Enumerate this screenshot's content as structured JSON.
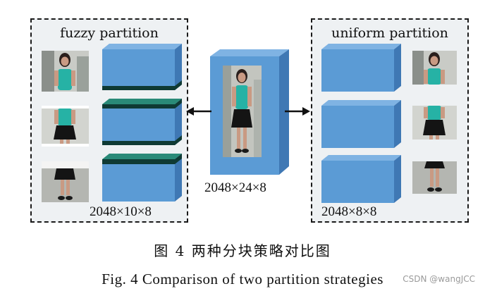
{
  "diagram": {
    "left_panel": {
      "title": "fuzzy partition",
      "dimension": "2048×10×8"
    },
    "center_block": {
      "dimension": "2048×24×8"
    },
    "right_panel": {
      "title": "uniform partition",
      "dimension": "2048×8×8"
    }
  },
  "caption": {
    "chinese": "图 4  两种分块策略对比图",
    "english": "Fig. 4  Comparison of two partition strategies"
  },
  "watermark": "CSDN @wangJCC",
  "colors": {
    "block_front": "#5b9bd5",
    "block_top": "#7fb3e3",
    "block_side": "#3f78b4",
    "band_teal": "#2a8a78",
    "band_dark": "#0f3a34",
    "panel_bg": "#eef1f3"
  }
}
